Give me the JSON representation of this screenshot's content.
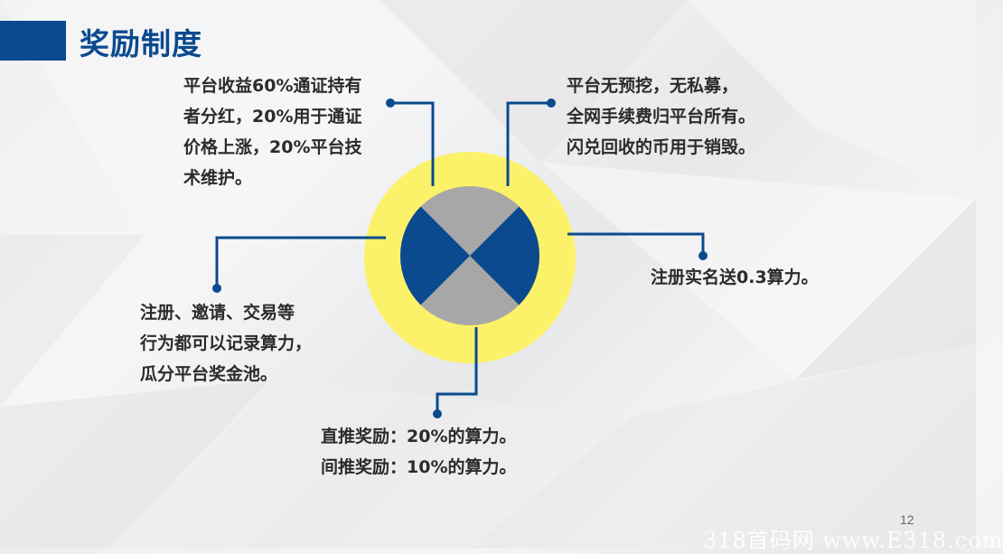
{
  "slide": {
    "title": "奖励制度",
    "page_number": "12",
    "watermark": "318首码网 www.E318.com"
  },
  "colors": {
    "brand_blue": "#0b4a8f",
    "ring_yellow": "#fbf26a",
    "quadrant_gray": "#a7a7a7",
    "text_dark": "#2b2b2b"
  },
  "callouts": {
    "top_left": {
      "lines": [
        "平台收益60%通证持有",
        "者分红，20%用于通证",
        "价格上涨，20%平台技",
        "术维护。"
      ]
    },
    "top_right": {
      "lines": [
        "平台无预挖，无私募，",
        "全网手续费归平台所有。",
        "闪兑回收的币用于销毁。"
      ]
    },
    "right": {
      "lines": [
        "注册实名送0.3算力。"
      ]
    },
    "left": {
      "lines": [
        "注册、邀请、交易等",
        "行为都可以记录算力，",
        "瓜分平台奖金池。"
      ]
    },
    "bottom": {
      "lines": [
        "直推奖励：20%的算力。",
        "间推奖励：10%的算力。"
      ]
    }
  },
  "icons": {
    "center_graphic": "x-quadrant-circle-icon",
    "connector_end": "dot-icon"
  }
}
